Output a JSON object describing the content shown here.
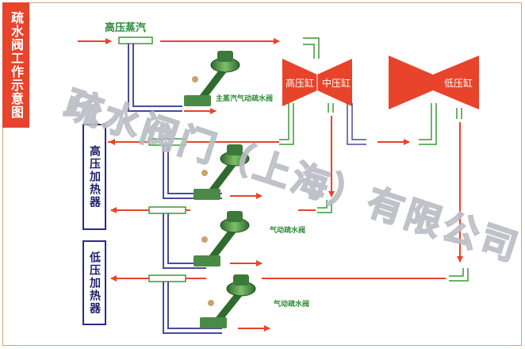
{
  "side_title": "疏水阀工作示意图",
  "labels": {
    "hp_steam": "高压蒸汽",
    "main_valve": "主蒸汽气动疏水阀",
    "valve2": "气动疏水阀",
    "valve3": "气动疏水阀"
  },
  "cylinders": {
    "hp": "高压缸",
    "ip": "中压缸",
    "lp": "低压缸"
  },
  "heaters": {
    "hp": "高压加热器",
    "lp": "低压加热器"
  },
  "watermark": "疏水阀门（上海）有限公司",
  "colors": {
    "arrow": "#e8432b",
    "cylinder": "#e8432b",
    "pipe_green": "#3a9a36",
    "pipe_purple": "#4b4b9c",
    "heater_border": "#2a2a8a",
    "valve_body": "#3c7a3a"
  }
}
